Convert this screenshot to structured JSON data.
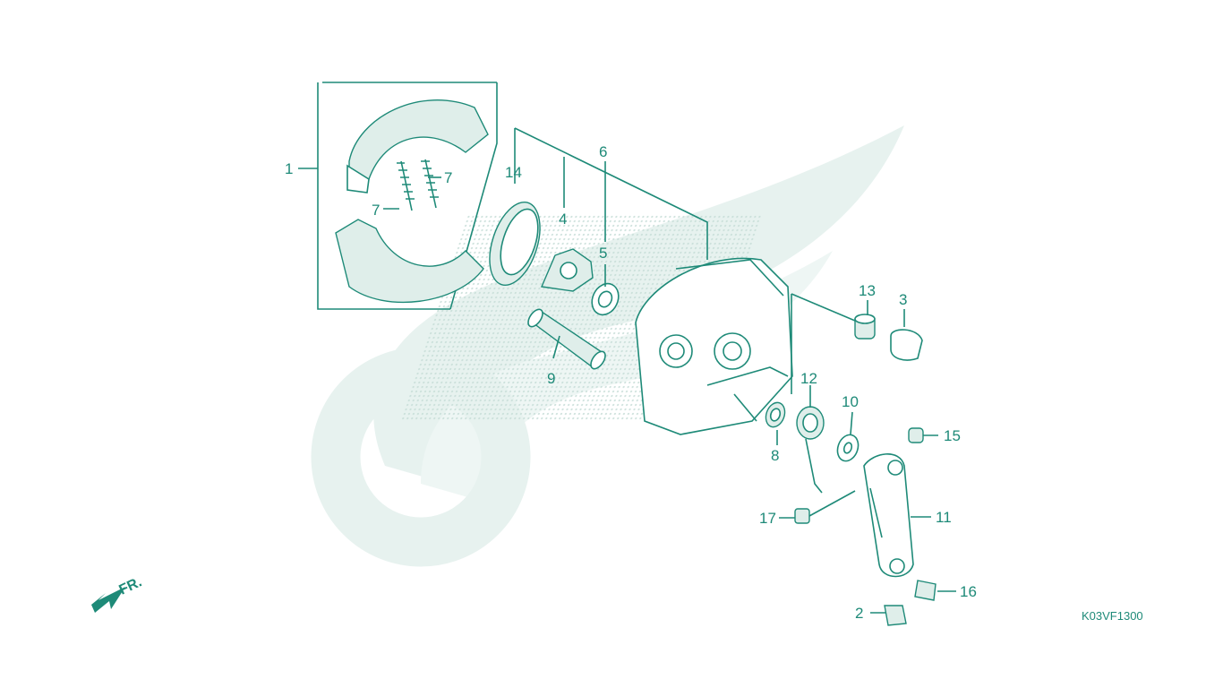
{
  "diagram": {
    "code": "K03VF1300",
    "front_marker": "FR.",
    "callouts": {
      "c1": "1",
      "c2": "2",
      "c3": "3",
      "c4": "4",
      "c5": "5",
      "c6": "6",
      "c7a": "7",
      "c7b": "7",
      "c8": "8",
      "c9": "9",
      "c10": "10",
      "c11": "11",
      "c12": "12",
      "c13": "13",
      "c14": "14",
      "c15": "15",
      "c16": "16",
      "c17": "17"
    },
    "colors": {
      "line": "#1e8a78",
      "watermark": "#e6f1ee",
      "dots": "#c9e0da"
    }
  }
}
